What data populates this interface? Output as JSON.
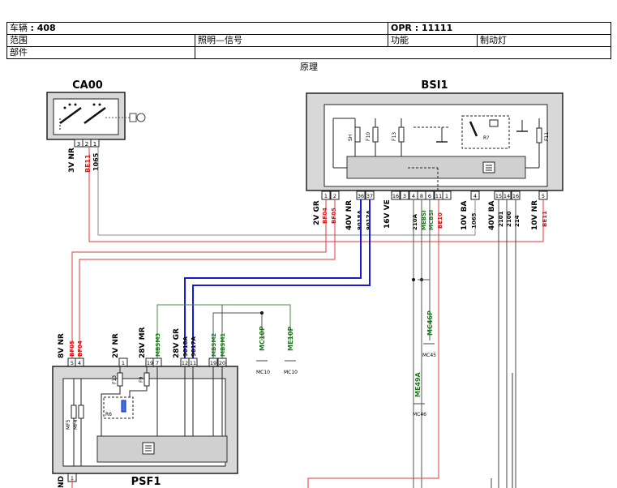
{
  "header": {
    "vehicle_label": "车辆",
    "vehicle_value": ": 408",
    "opr": "OPR : 11111",
    "scope_label": "范围",
    "scope_value": "照明—信号",
    "function_label": "功能",
    "function_value": "制动灯",
    "part_label": "部件",
    "part_value": ""
  },
  "diagram": {
    "caption": "原理",
    "components": {
      "ca00": "CA00",
      "bsi1": "BSI1",
      "psf1": "PSF1"
    },
    "ca00_pins": [
      "3",
      "2",
      "1"
    ],
    "ca00_wires": {
      "ground": "3V NR",
      "be11": "BE11",
      "w1065": "1065"
    },
    "bsi_pins": [
      "1",
      "2",
      "36",
      "37",
      "16",
      "3",
      "4",
      "8",
      "6",
      "11",
      "1",
      "4",
      "15",
      "14",
      "16",
      "5"
    ],
    "bsi_connectors": [
      "2V GR",
      "40V NR",
      "16V VE",
      "10V BA",
      "40V BA",
      "10V NR"
    ],
    "bsi_wire_red": [
      "BF04",
      "BF05",
      "BE10",
      "BE11"
    ],
    "bsi_wire_black": [
      "9018A",
      "9017A",
      "210A",
      "1065",
      "2101",
      "2100",
      "214"
    ],
    "bsi_wire_green": [
      "MEBSI",
      "MCBSI"
    ],
    "bsi_internal": [
      "SH",
      "F10",
      "F13",
      "R?",
      "F11"
    ],
    "psf_connectors": [
      "8V NR",
      "2V NR",
      "28V MR",
      "28V GR",
      "ND"
    ],
    "psf_wire_red": [
      "BF05",
      "BF04"
    ],
    "psf_wire_black": [
      "9018A",
      "9017A"
    ],
    "psf_wire_green": [
      "MBSM3",
      "MBSM2",
      "MBSM1"
    ],
    "psf_pins": [
      "5",
      "4",
      "1",
      "19",
      "7",
      "12",
      "11",
      "19",
      "20",
      "1"
    ],
    "psf_internal": [
      "F13",
      "F9",
      "MF5",
      "MF4",
      "R6"
    ],
    "grounds": [
      "MC10P",
      "ME10P",
      "MC46P",
      "ME49A"
    ],
    "ground_labels": [
      "MC10",
      "MC10",
      "MC45",
      "MC46"
    ]
  },
  "colors": {
    "wire_red": "#e03a3a",
    "wire_blue": "#1a1ad0",
    "wire_gray": "#888888",
    "wire_green_text": "#1a7a1a",
    "red_text": "#dd1111",
    "component_fill": "#d8d8d8"
  }
}
